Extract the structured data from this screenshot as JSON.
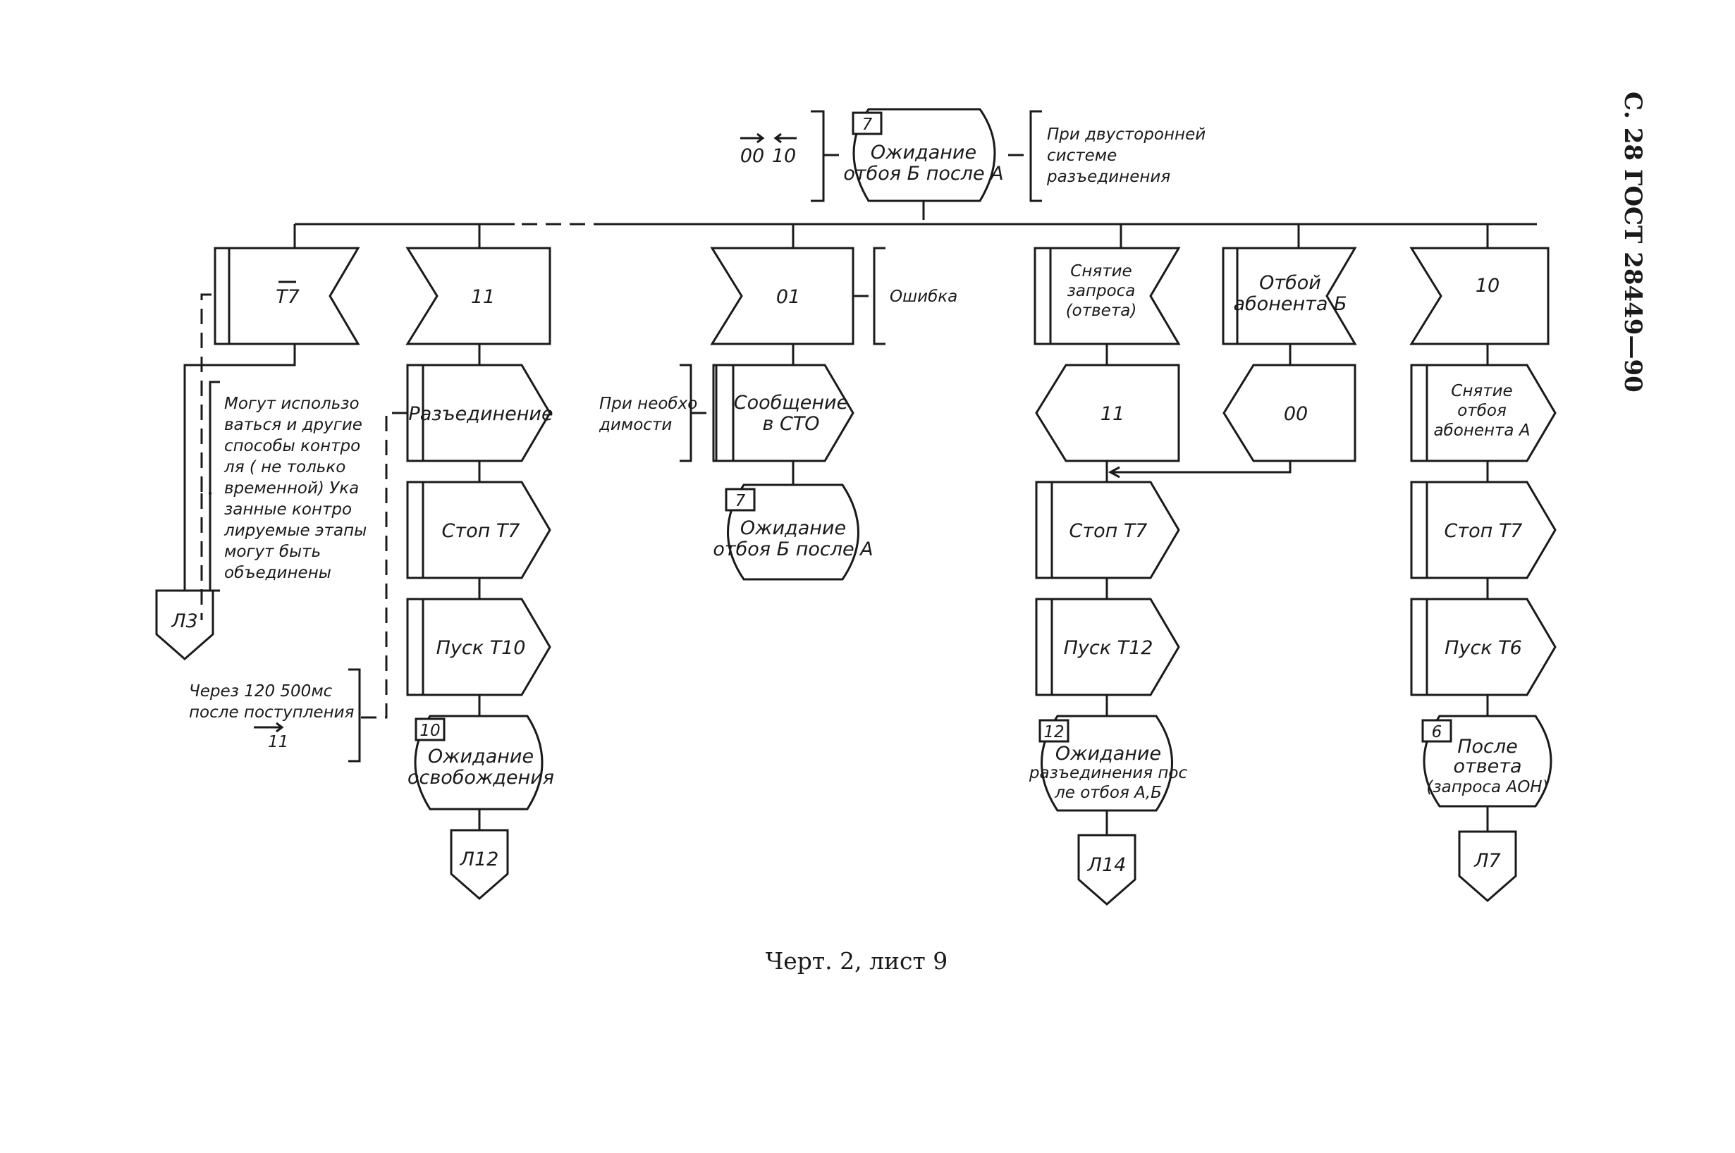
{
  "page_header": "С. 28 ГОСТ 28449—90",
  "caption": "Черт. 2, лист 9",
  "top": {
    "state_number": "7",
    "state_text": [
      "Ожидание",
      "отбоя Б после А"
    ],
    "signals_left": [
      "00",
      "10"
    ],
    "note_right": [
      "При двусторонней",
      "системе",
      "разъединения"
    ]
  },
  "col1": {
    "input_text": "T7",
    "note": [
      "Могут использо",
      "ваться и другие",
      "способы контро",
      "ля ( не только",
      "временной) Ука",
      "занные контро",
      "лируемые этапы",
      "могут быть",
      "объединены"
    ],
    "connector": "Л3"
  },
  "col2": {
    "input_text": "11",
    "task1": "Разъединение",
    "task2": "Стоп Т7",
    "task3": "Пуск Т10",
    "state_number": "10",
    "state_text": [
      "Ожидание",
      "освобождения"
    ],
    "connector": "Л12",
    "note": [
      "Через  120  500мс",
      "после поступления",
      "11"
    ]
  },
  "col3": {
    "input_text": "01",
    "input_note": "Ошибка",
    "task1": [
      "Сообщение",
      "в СТО"
    ],
    "task1_note": [
      "При  необхо",
      "димости"
    ],
    "state_number": "7",
    "state_text": [
      "Ожидание",
      "отбоя Б после А"
    ]
  },
  "col4": {
    "input_text": [
      "Снятие",
      "запроса",
      "(ответа)"
    ],
    "output_text": "11",
    "task1": "Стоп Т7",
    "task2": "Пуск Т12",
    "state_number": "12",
    "state_text": [
      "Ожидание",
      "разъединения пос",
      "ле отбоя А,Б"
    ],
    "connector": "Л14"
  },
  "col5": {
    "input_text": [
      "Отбой",
      "абонента Б"
    ],
    "output_text": "00"
  },
  "col6": {
    "input_text": "10",
    "task1": [
      "Снятие",
      "отбоя",
      "абонента А"
    ],
    "task2": "Стоп Т7",
    "task3": "Пуск Т6",
    "state_number": "6",
    "state_text": [
      "После",
      "ответа",
      "(запроса АОН)"
    ],
    "connector": "Л7"
  }
}
